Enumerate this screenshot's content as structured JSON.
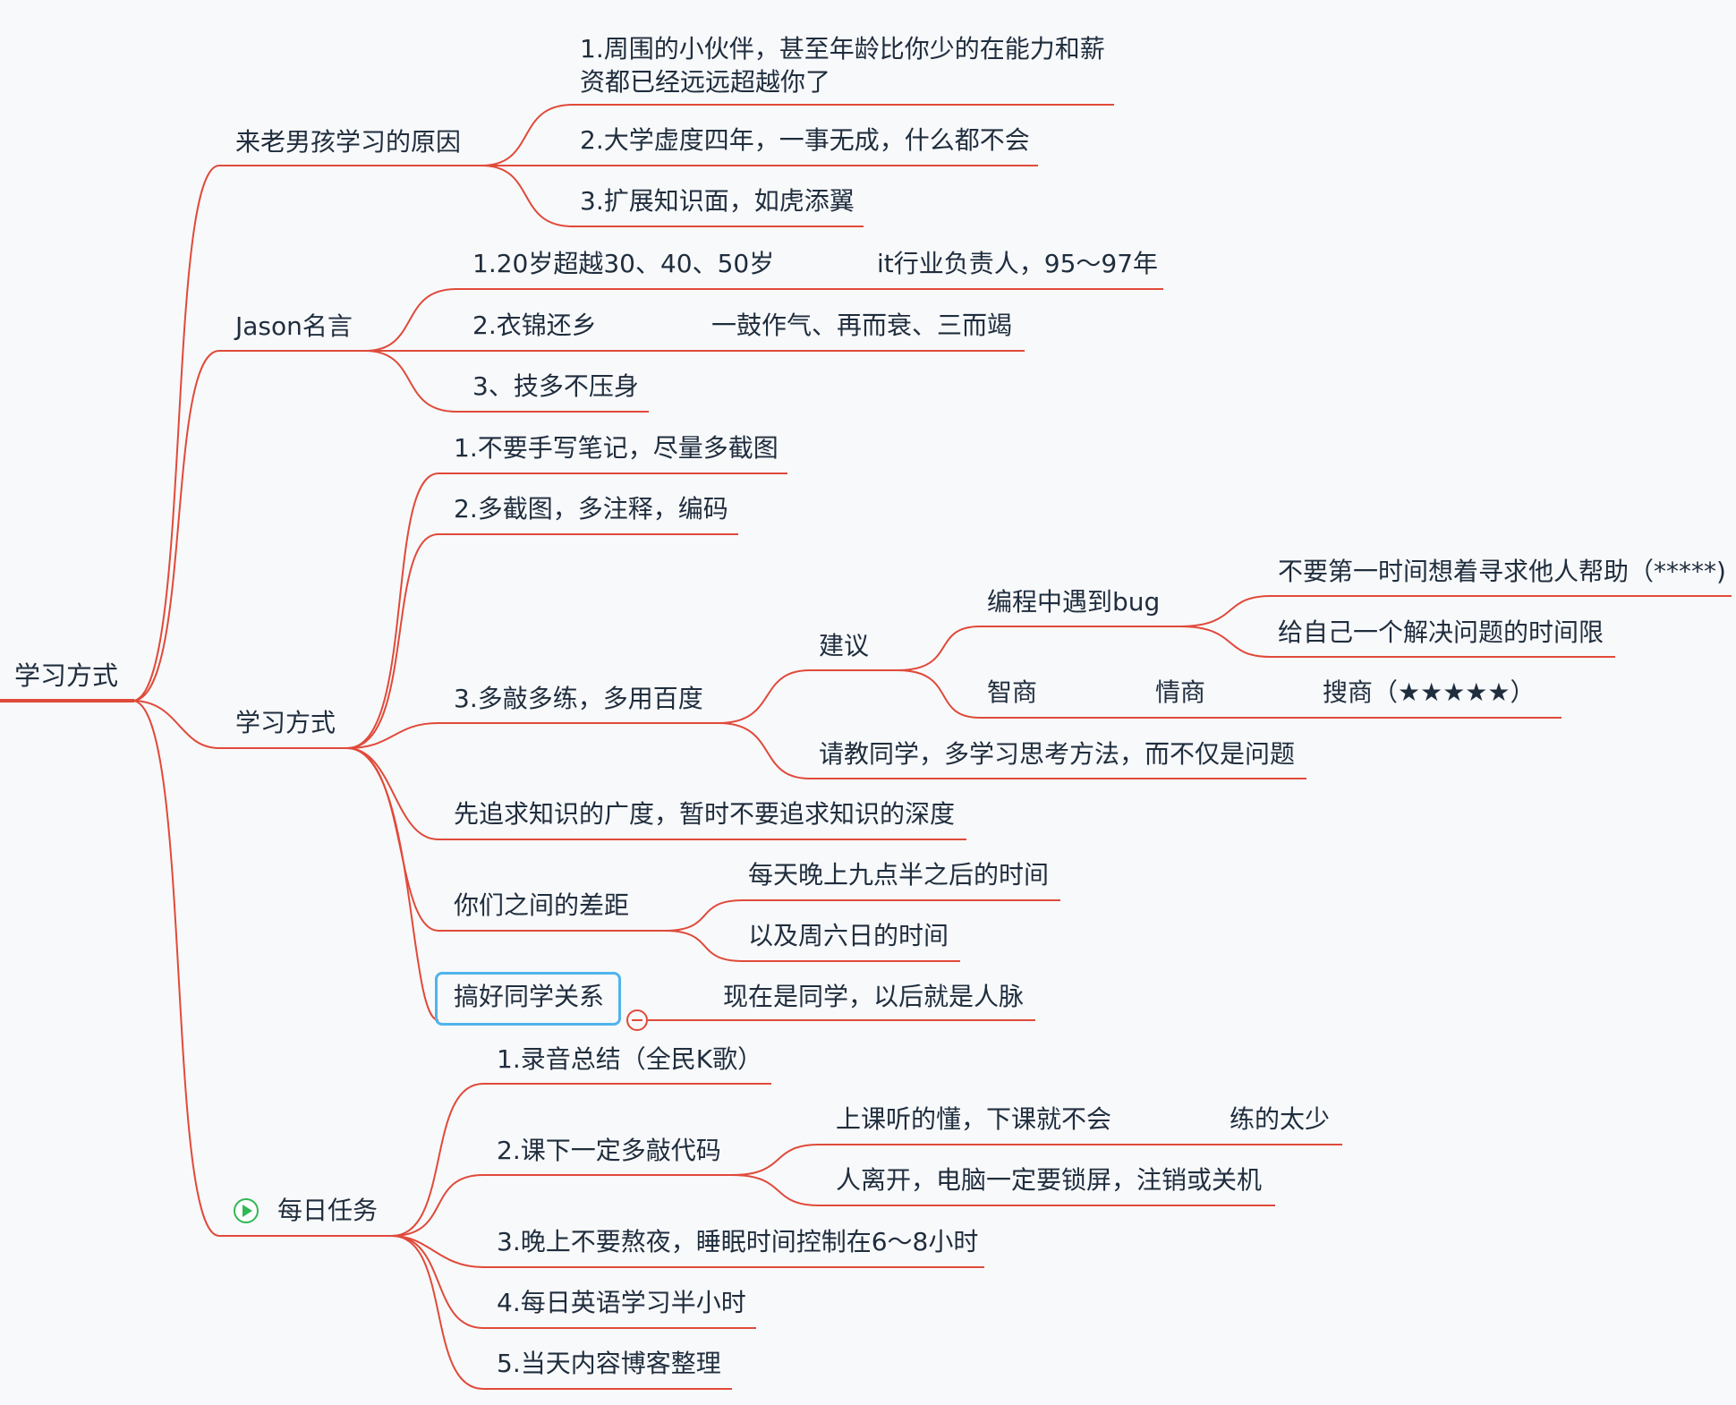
{
  "root": "学习方式",
  "branches": {
    "reasons": {
      "label": "来老男孩学习的原因",
      "items": [
        "1.周围的小伙伴，甚至年龄比你少的在能力和薪资都已经远远超越你了",
        "2.大学虚度四年，一事无成，什么都不会",
        "3.扩展知识面，如虎添翼"
      ]
    },
    "quotes": {
      "label": "Jason名言",
      "items": [
        {
          "text": "1.20岁超越30、40、50岁",
          "note": "it行业负责人，95～97年"
        },
        {
          "text": "2.衣锦还乡",
          "note": "一鼓作气、再而衰、三而竭"
        },
        {
          "text": "3、技多不压身"
        }
      ]
    },
    "method": {
      "label": "学习方式",
      "items": [
        "1.不要手写笔记，尽量多截图",
        "2.多截图，多注释，编码",
        "3.多敲多练，多用百度",
        "先追求知识的广度，暂时不要追求知识的深度",
        "你们之间的差距",
        "搞好同学关系"
      ],
      "practice": {
        "suggest": "建议",
        "bug": "编程中遇到bug",
        "bug_tips": [
          "不要第一时间想着寻求他人帮助（*****)",
          "给自己一个解决问题的时间限"
        ],
        "quotients": [
          "智商",
          "情商",
          "搜商（★★★★★）"
        ],
        "ask": "请教同学，多学习思考方法，而不仅是问题"
      },
      "gap_items": [
        "每天晚上九点半之后的时间",
        "以及周六日的时间"
      ],
      "relation_item": "现在是同学，以后就是人脉"
    },
    "daily": {
      "label": "每日任务",
      "icon": "play-icon",
      "items": [
        "1.录音总结（全民K歌）",
        "2.课下一定多敲代码",
        "3.晚上不要熬夜，睡眠时间控制在6～8小时",
        "4.每日英语学习半小时",
        "5.当天内容博客整理"
      ],
      "code_sub": [
        {
          "text": "上课听的懂，下课就不会",
          "note": "练的太少"
        },
        {
          "text": "人离开，电脑一定要锁屏，注销或关机"
        }
      ]
    }
  },
  "colors": {
    "line": "#e04a3a",
    "selection": "#4fb4ec",
    "icon": "#2fb855",
    "background": "#f8f9fb"
  }
}
